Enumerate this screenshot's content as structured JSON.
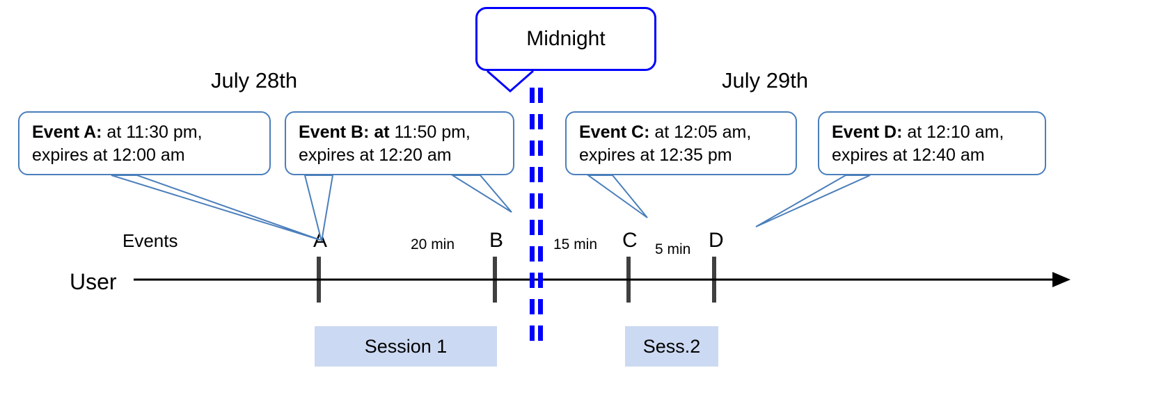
{
  "diagram": {
    "title_note": "Event expiry across midnight session timeline",
    "colors": {
      "callout_border": "#4a7ebb",
      "midnight_border": "#0000ff",
      "midnight_dash": "#0000ff",
      "session_fill": "#ccd9f2",
      "tick": "#404040",
      "axis": "#000000",
      "leader_line": "#4a7ebb"
    }
  },
  "midnight": {
    "label": "Midnight"
  },
  "dates": {
    "left": "July 28th",
    "right": "July 29th"
  },
  "rows": {
    "events_label": "Events",
    "user_label": "User"
  },
  "callouts": [
    {
      "id": "event-a",
      "bold": "Event A:",
      "line1_rest": " at 11:30 pm,",
      "line2": "expires at 12:00 am"
    },
    {
      "id": "event-b",
      "bold": "Event B: at",
      "line1_rest": " 11:50 pm,",
      "line2": "expires at 12:20 am"
    },
    {
      "id": "event-c",
      "bold": "Event C:",
      "line1_rest": " at 12:05 am,",
      "line2": "expires at 12:35 pm"
    },
    {
      "id": "event-d",
      "bold": "Event D:",
      "line1_rest": "  at 12:10 am,",
      "line2": "expires at 12:40 am"
    }
  ],
  "events": [
    {
      "letter": "A"
    },
    {
      "letter": "B"
    },
    {
      "letter": "C"
    },
    {
      "letter": "D"
    }
  ],
  "gaps": [
    {
      "label": "20 min"
    },
    {
      "label": "15 min"
    },
    {
      "label": "5 min"
    }
  ],
  "sessions": [
    {
      "label": "Session 1"
    },
    {
      "label": "Sess.2"
    }
  ]
}
